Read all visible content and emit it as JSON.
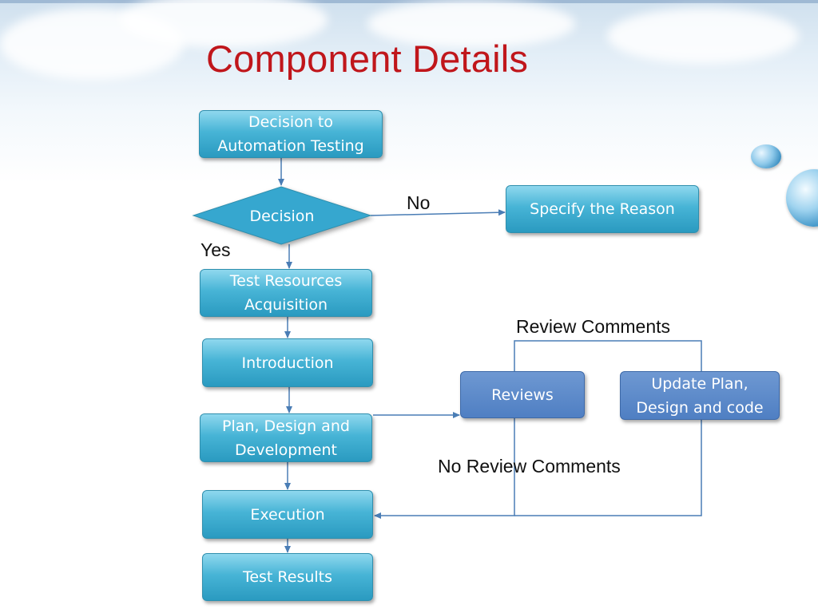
{
  "slide": {
    "title": "Component Details"
  },
  "flowchart": {
    "nodes": {
      "decision_to_automation": "Decision to\nAutomation Testing",
      "decision": "Decision",
      "specify_reason": "Specify the Reason",
      "test_resources": "Test Resources\nAcquisition",
      "introduction": "Introduction",
      "plan_design": "Plan, Design and\nDevelopment",
      "reviews": "Reviews",
      "update_plan": "Update Plan,\nDesign and code",
      "execution": "Execution",
      "test_results": "Test Results"
    },
    "edge_labels": {
      "no": "No",
      "yes": "Yes",
      "review_comments": "Review Comments",
      "no_review_comments": "No Review Comments"
    }
  },
  "colors": {
    "title": "#c0161b",
    "box_teal": "#2a9ac0",
    "box_blue": "#4f7fc3",
    "connector": "#4a7db5"
  }
}
